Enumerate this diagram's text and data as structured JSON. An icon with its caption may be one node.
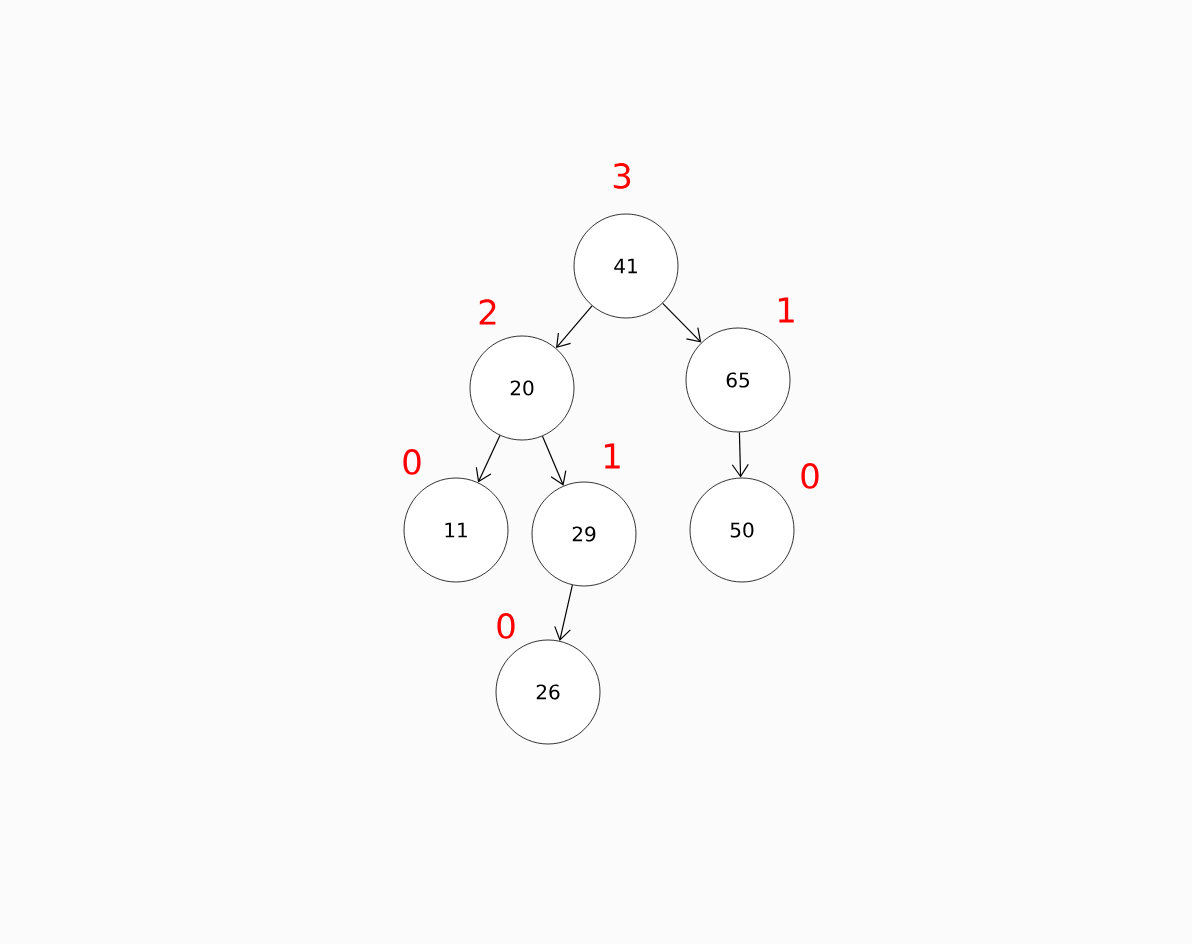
{
  "diagram": {
    "nodes": [
      {
        "text": [
          "41"
        ],
        "beside": [
          "3"
        ]
      },
      {
        "text": [
          "20"
        ],
        "beside": [
          "2"
        ]
      },
      {
        "text": [
          "65"
        ],
        "beside": [
          "1"
        ]
      },
      {
        "text": [
          "11"
        ],
        "beside": [
          "0"
        ]
      },
      {
        "text": [
          "29"
        ],
        "beside": [
          "1"
        ]
      },
      {
        "text": [
          "50"
        ],
        "beside": [
          "0"
        ]
      },
      {
        "text": [
          "26"
        ],
        "beside": [
          "0"
        ]
      }
    ],
    "edges": [
      {
        "from": 0,
        "to": 1,
        "arrow": "to"
      },
      {
        "from": 0,
        "to": 2,
        "arrow": "to"
      },
      {
        "from": 1,
        "to": 3,
        "arrow": "to"
      },
      {
        "from": 1,
        "to": 4,
        "arrow": "to"
      },
      {
        "from": 2,
        "to": 5,
        "arrow": "to"
      },
      {
        "from": 4,
        "to": 6,
        "arrow": "to"
      }
    ]
  }
}
